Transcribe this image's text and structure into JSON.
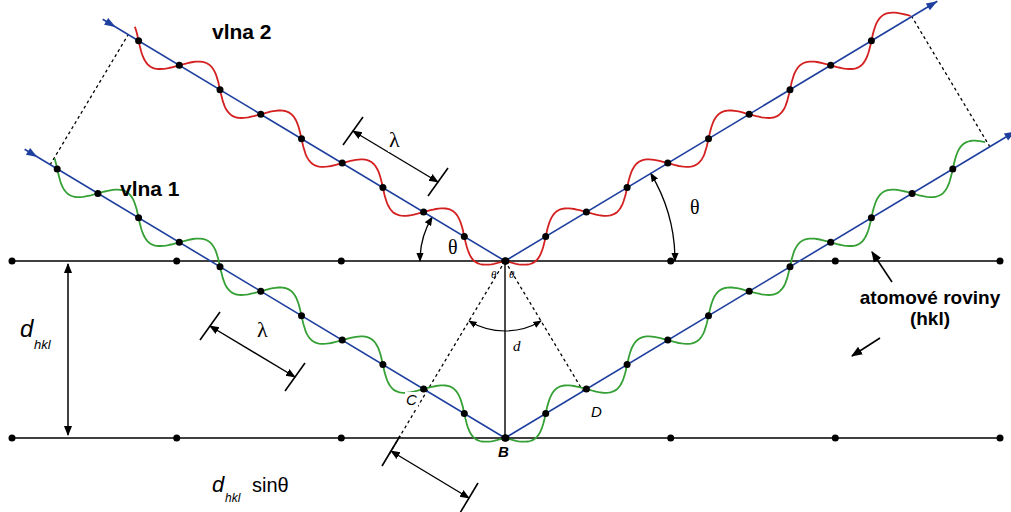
{
  "diagram": {
    "labels": [
      "vlna 2",
      "vlna 1",
      "λ",
      "λ",
      "θ",
      "θ",
      "θ",
      "θ",
      "d",
      "C",
      "D",
      "B",
      "d",
      "hkl",
      "atomové roviny (hkl)",
      "d",
      "hkl",
      "sinθ"
    ]
  }
}
